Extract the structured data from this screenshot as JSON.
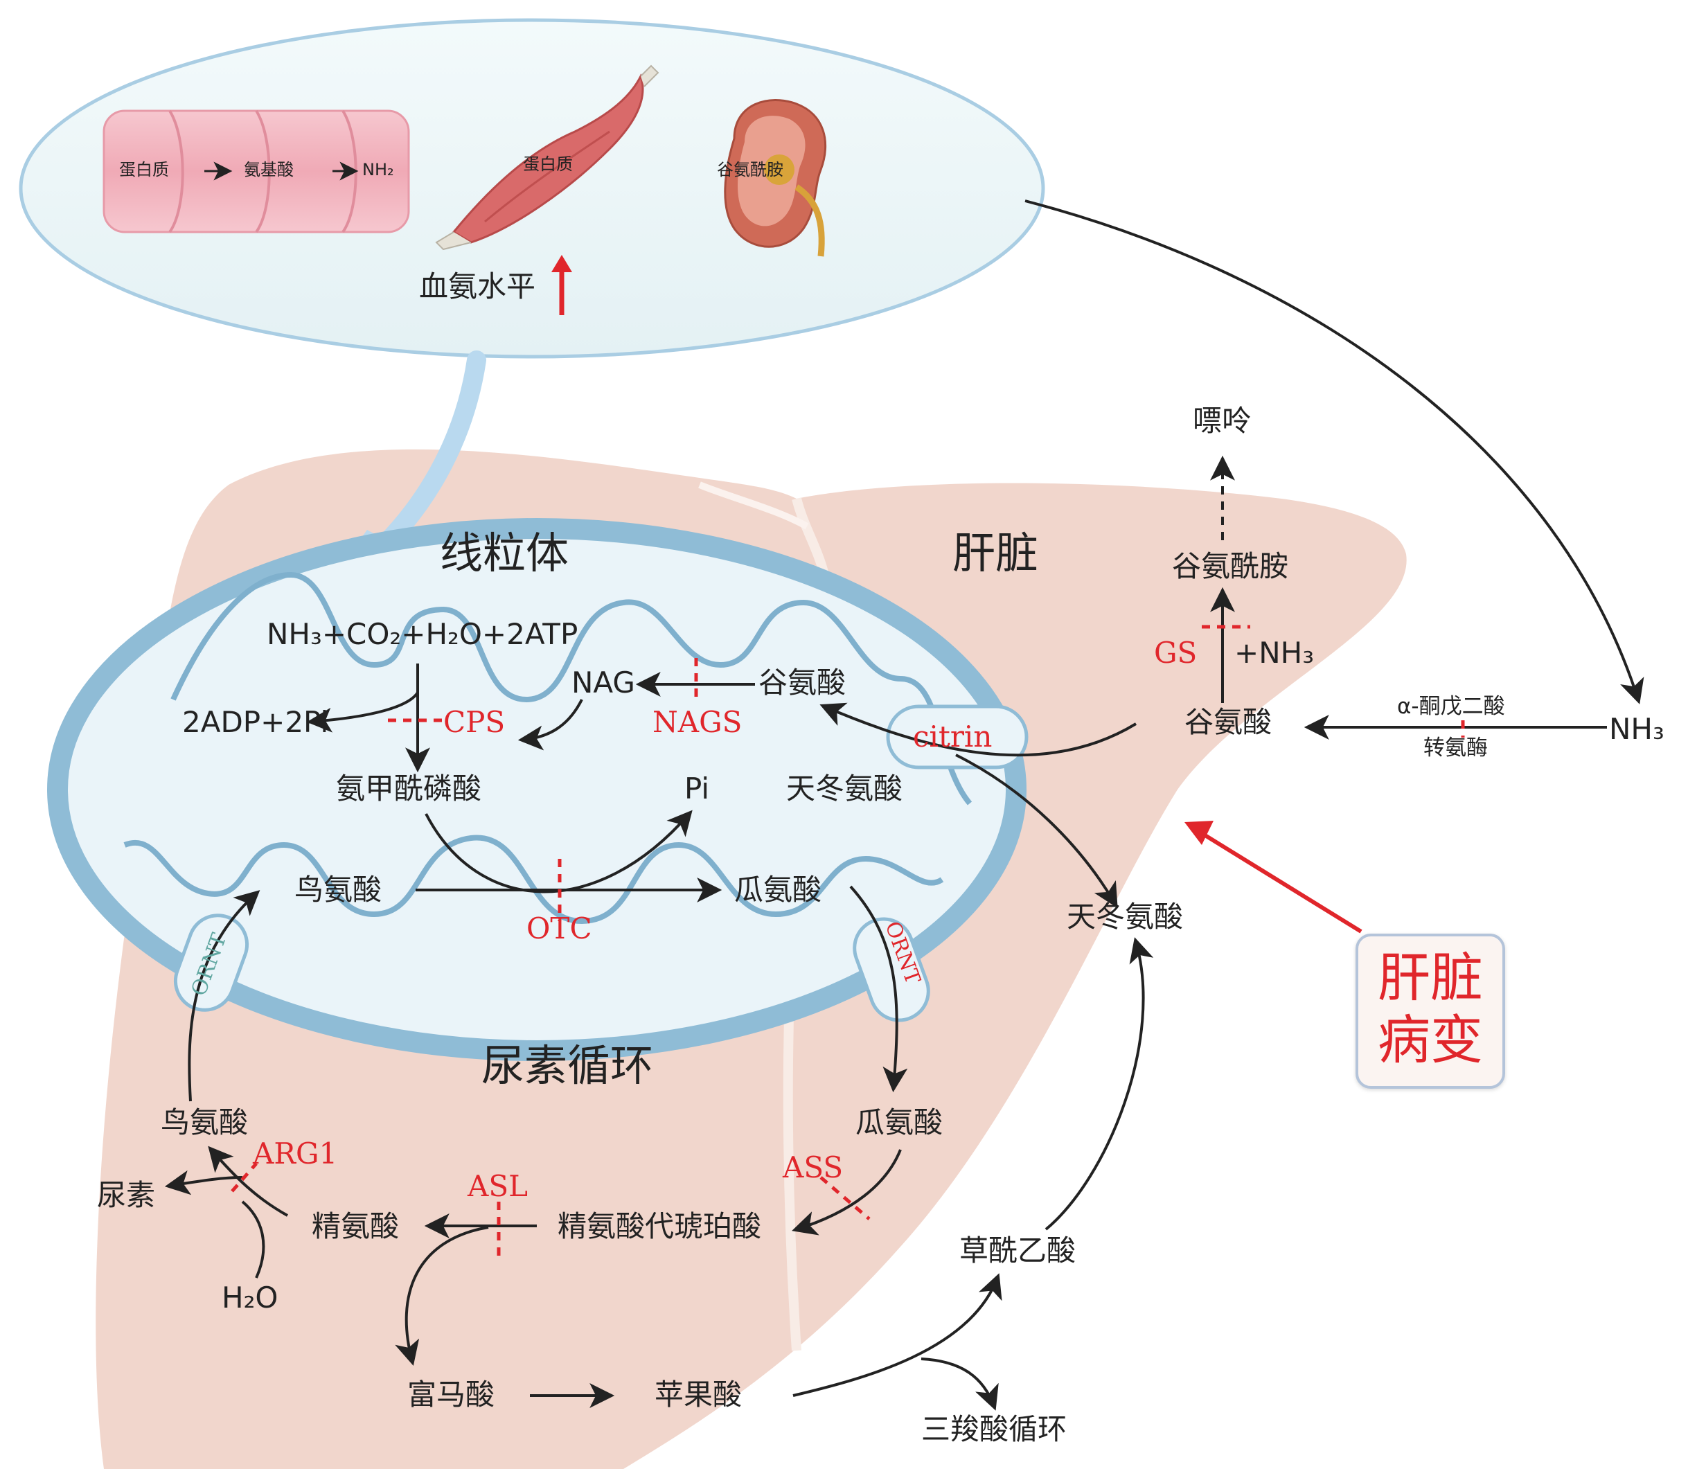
{
  "top_panel": {
    "intestine": {
      "protein": "蛋白质",
      "amino_acid": "氨基酸",
      "nh2": "NH₂"
    },
    "muscle_label": "蛋白质",
    "kidney_label": "谷氨酰胺",
    "blood_ammonia": "血氨水平"
  },
  "titles": {
    "mitochondria": "线粒体",
    "liver": "肝脏",
    "urea_cycle": "尿素循环"
  },
  "mito": {
    "substrates": "NH₃+CO₂+H₂O+2ATP",
    "adp": "2ADP+2Pi",
    "cps": "CPS",
    "nag": "NAG",
    "nags": "NAGS",
    "glutamate_in": "谷氨酸",
    "citrin": "citrin",
    "carbamoyl_phosphate": "氨甲酰磷酸",
    "pi": "Pi",
    "aspartate_in": "天冬氨酸",
    "ornithine": "鸟氨酸",
    "citrulline": "瓜氨酸",
    "otc": "OTC",
    "ornt": "ORNT"
  },
  "cycle": {
    "ornithine": "鸟氨酸",
    "arg1": "ARG1",
    "urea": "尿素",
    "arginine": "精氨酸",
    "water": "H₂O",
    "asl": "ASL",
    "argininosuccinate": "精氨酸代琥珀酸",
    "ass": "ASS",
    "citrulline": "瓜氨酸",
    "fumarate": "富马酸",
    "malate": "苹果酸",
    "oxaloacetate": "草酰乙酸",
    "tca": "三羧酸循环",
    "aspartate": "天冬氨酸"
  },
  "liver_right": {
    "purine": "嘌呤",
    "glutamine": "谷氨酰胺",
    "gs": "GS",
    "plus_nh3": "+NH₃",
    "glutamate": "谷氨酸",
    "alpha_kg": "α-酮戊二酸",
    "transaminase": "转氨酶",
    "nh3": "NH₃"
  },
  "disease": {
    "line1": "肝脏",
    "line2": "病变"
  },
  "colors": {
    "enzyme_red": "#e0262b",
    "liver_fill": "#f1d6cc",
    "mito_border": "#8fbcd6",
    "mito_fill": "#eaf4f9",
    "panel_fill": "#eef7f8",
    "arrow_blue": "#b9d9ef"
  }
}
